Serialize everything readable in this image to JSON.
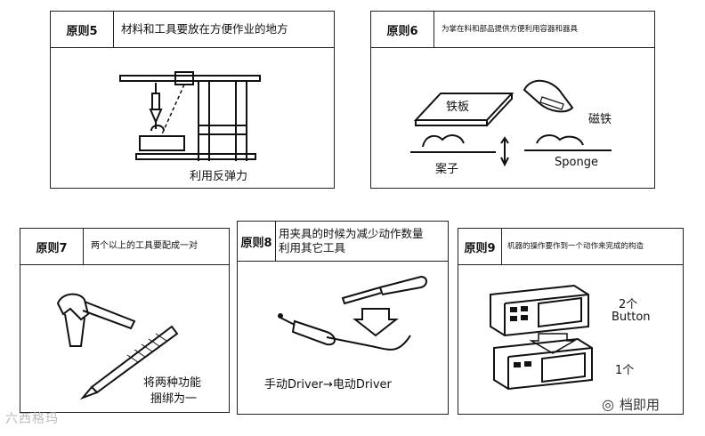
{
  "panels": [
    {
      "number": "原则5",
      "title": "材料和工具要放在方便作业的地方",
      "labels": [
        "利用反弹力"
      ]
    },
    {
      "number": "原则6",
      "title": "为掌在料和部品提供方便利用容器和器具",
      "labels": [
        "铁板",
        "磁铁",
        "案子",
        "Sponge"
      ]
    },
    {
      "number": "原则7",
      "title": "两个以上的工具要配成一对",
      "labels": [
        "将两种功能",
        "捆绑为一"
      ]
    },
    {
      "number": "原则8",
      "title_line1": "用夹具的时候为减少动作数量",
      "title_line2": "利用其它工具",
      "labels": [
        "手动Driver→电动Driver"
      ]
    },
    {
      "number": "原则9",
      "title": "机器的操作要作到一个动作来完成的构造",
      "labels": [
        "2个",
        "Button",
        "1个"
      ]
    }
  ],
  "watermark_left": "六西格玛",
  "watermark_right": "档即用"
}
